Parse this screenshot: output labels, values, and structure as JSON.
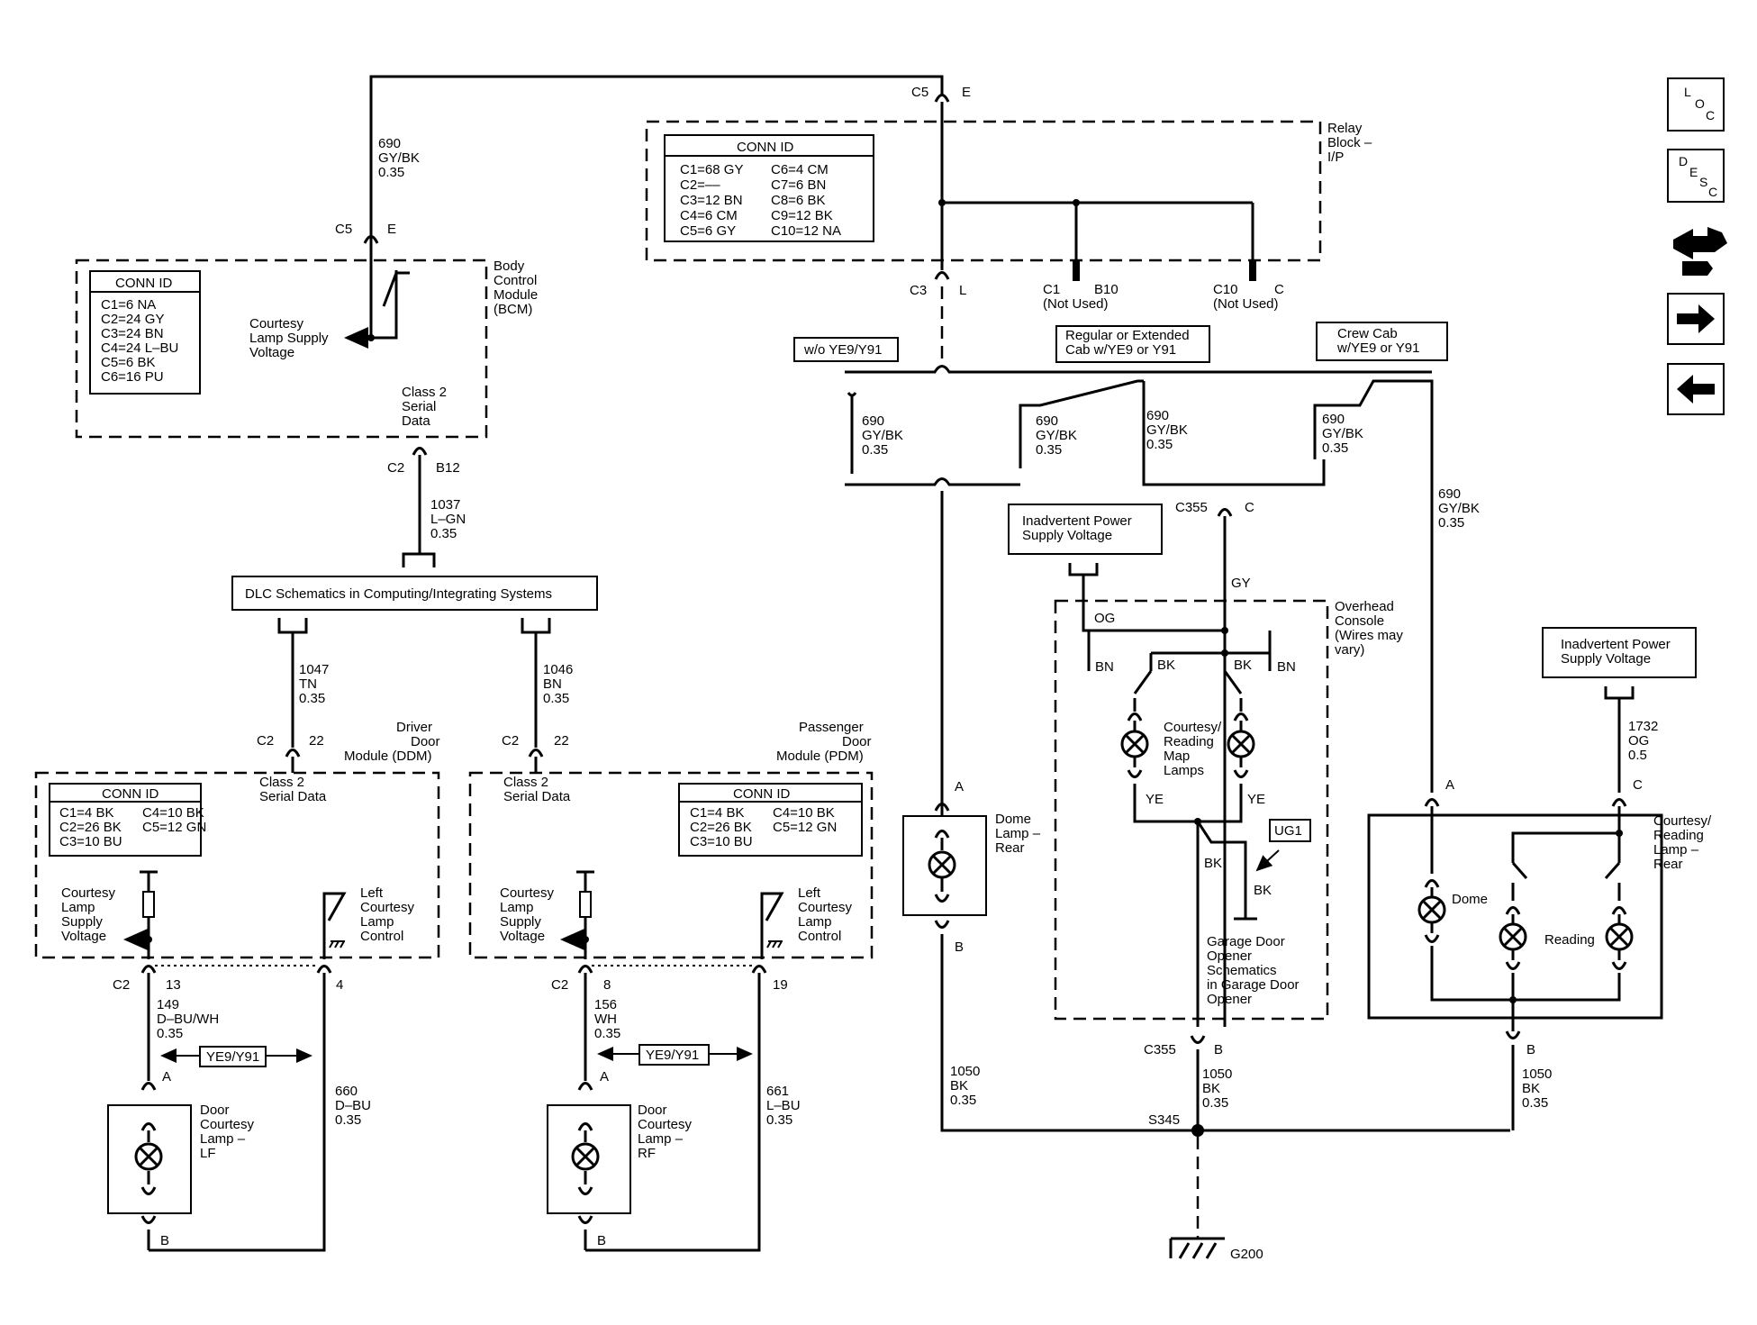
{
  "nav": {
    "loc": "LOC",
    "loc_l": "L",
    "loc_o": "O",
    "loc_c": "C",
    "desc_d": "D",
    "desc_e": "E",
    "desc_s": "S",
    "desc_c": "C"
  },
  "top": {
    "c5_left": "C5",
    "c5_left_pin": "E",
    "c5_top": "C5",
    "c5_top_pin": "E",
    "wire_690_num": "690",
    "wire_690_color": "GY/BK",
    "wire_690_size": "0.35"
  },
  "relay": {
    "title_1": "Relay",
    "title_2": "Block –",
    "title_3": "I/P",
    "conn_title": "CONN ID",
    "conn_left": [
      "C1=68 GY",
      "C2=––",
      "C3=12 BN",
      "C4=6 CM",
      "C5=6 GY"
    ],
    "conn_right": [
      "C6=4 CM",
      "C7=6 BN",
      "C8=6 BK",
      "C9=12 BK",
      "C10=12 NA"
    ],
    "c3": "C3",
    "c3_pin": "L",
    "c1": "C1",
    "c1_pin": "B10",
    "c1_note": "(Not Used)",
    "c10": "C10",
    "c10_pin": "C",
    "c10_note": "(Not Used)"
  },
  "bcm": {
    "title_1": "Body",
    "title_2": "Control",
    "title_3": "Module",
    "title_4": "(BCM)",
    "conn_title": "CONN ID",
    "conn": [
      "C1=6 NA",
      "C2=24 GY",
      "C3=24 BN",
      "C4=24 L–BU",
      "C5=6 BK",
      "C6=16 PU"
    ],
    "supply_1": "Courtesy",
    "supply_2": "Lamp Supply",
    "supply_3": "Voltage",
    "serial_1": "Class 2",
    "serial_2": "Serial",
    "serial_3": "Data",
    "c2": "C2",
    "c2_pin": "B12",
    "w1037_num": "1037",
    "w1037_color": "L–GN",
    "w1037_size": "0.35"
  },
  "dlc": {
    "label": "DLC Schematics in Computing/Integrating Systems"
  },
  "ddm": {
    "title_1": "Driver",
    "title_2": "Door",
    "title_3": "Module (DDM)",
    "w_num": "1047",
    "w_color": "TN",
    "w_size": "0.35",
    "c2": "C2",
    "c2_pin": "22",
    "serial_1": "Class 2",
    "serial_2": "Serial Data",
    "conn_title": "CONN ID",
    "conn_left": [
      "C1=4 BK",
      "C2=26 BK",
      "C3=10 BU"
    ],
    "conn_right": [
      "C4=10 BK",
      "C5=12 GN"
    ],
    "supply": [
      "Courtesy",
      "Lamp",
      "Supply",
      "Voltage"
    ],
    "control": [
      "Left",
      "Courtesy",
      "Lamp",
      "Control"
    ],
    "bottom_c2": "C2",
    "pin13": "13",
    "pin4": "4",
    "w149_num": "149",
    "w149_color": "D–BU/WH",
    "w149_size": "0.35",
    "option": "YE9/Y91",
    "w660_num": "660",
    "w660_color": "D–BU",
    "w660_size": "0.35",
    "lamp": [
      "Door",
      "Courtesy",
      "Lamp –",
      "LF"
    ],
    "pin_a": "A",
    "pin_b": "B"
  },
  "pdm": {
    "title_1": "Passenger",
    "title_2": "Door",
    "title_3": "Module (PDM)",
    "w_num": "1046",
    "w_color": "BN",
    "w_size": "0.35",
    "c2": "C2",
    "c2_pin": "22",
    "serial_1": "Class 2",
    "serial_2": "Serial Data",
    "conn_title": "CONN ID",
    "conn_left": [
      "C1=4 BK",
      "C2=26 BK",
      "C3=10 BU"
    ],
    "conn_right": [
      "C4=10 BK",
      "C5=12 GN"
    ],
    "supply": [
      "Courtesy",
      "Lamp",
      "Supply",
      "Voltage"
    ],
    "control": [
      "Left",
      "Courtesy",
      "Lamp",
      "Control"
    ],
    "bottom_c2": "C2",
    "pin8": "8",
    "pin19": "19",
    "w156_num": "156",
    "w156_color": "WH",
    "w156_size": "0.35",
    "option": "YE9/Y91",
    "w661_num": "661",
    "w661_color": "L–BU",
    "w661_size": "0.35",
    "lamp": [
      "Door",
      "Courtesy",
      "Lamp –",
      "RF"
    ],
    "pin_a": "A",
    "pin_b": "B"
  },
  "options": {
    "wo": "w/o YE9/Y91",
    "regular_1": "Regular or Extended",
    "regular_2": "Cab w/YE9 or Y91",
    "crew_1": "Crew Cab",
    "crew_2": "w/YE9 or Y91",
    "w690_num": "690",
    "w690_color": "GY/BK",
    "w690_size": "0.35"
  },
  "dome": {
    "pin_a": "A",
    "pin_b": "B",
    "label": [
      "Dome",
      "Lamp –",
      "Rear"
    ],
    "w1050_num": "1050",
    "w1050_color": "BK",
    "w1050_size": "0.35"
  },
  "overhead": {
    "c355_top": "C355",
    "c355_top_pin": "C",
    "gy": "GY",
    "inadvertent_1": "Inadvertent Power",
    "inadvertent_2": "Supply Voltage",
    "og": "OG",
    "title": [
      "Overhead",
      "Console",
      "(Wires may",
      "vary)"
    ],
    "bn_left": "BN",
    "bk_left": "BK",
    "bk_right": "BK",
    "bn_right": "BN",
    "lamps": [
      "Courtesy/",
      "Reading",
      "Map",
      "Lamps"
    ],
    "ye_left": "YE",
    "ye_right": "YE",
    "bk_drop": "BK",
    "ug1": "UG1",
    "bk_gdo": "BK",
    "gdo": [
      "Garage Door",
      "Opener",
      "Schematics",
      "in Garage Door",
      "Opener"
    ],
    "c355_bot": "C355",
    "c355_bot_pin": "B",
    "w1050_num": "1050",
    "w1050_color": "BK",
    "w1050_size": "0.35",
    "s345": "S345",
    "g200": "G200"
  },
  "rear": {
    "w690_num": "690",
    "w690_color": "GY/BK",
    "w690_size": "0.35",
    "inadvertent_1": "Inadvertent Power",
    "inadvertent_2": "Supply Voltage",
    "w1732_num": "1732",
    "w1732_color": "OG",
    "w1732_size": "0.5",
    "pin_a": "A",
    "pin_c": "C",
    "pin_b": "B",
    "title": [
      "Courtesy/",
      "Reading",
      "Lamp –",
      "Rear"
    ],
    "dome": "Dome",
    "reading": "Reading",
    "w1050_num": "1050",
    "w1050_color": "BK",
    "w1050_size": "0.35"
  }
}
